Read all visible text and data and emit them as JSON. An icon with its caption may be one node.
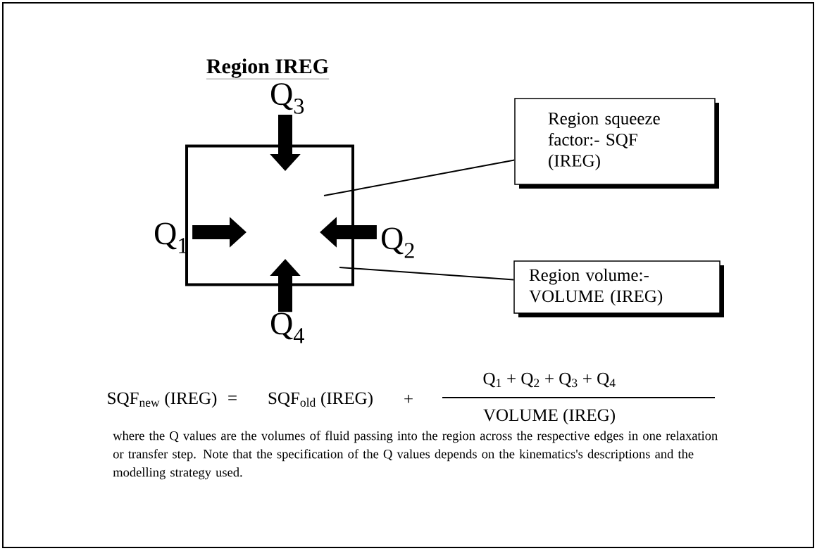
{
  "diagram": {
    "title": "Region  IREG",
    "nodes": [
      {
        "text": [],
        "shape": "box"
      },
      {
        "text": [
          "Region squeeze factor:- SQF (IREG)"
        ]
      },
      {
        "text": [
          "Region volume:- VOLUME (IREG)"
        ]
      },
      {
        "text": [
          "Q$_{1}$"
        ]
      },
      {
        "text": [
          "Q$_{2}$"
        ]
      },
      {
        "text": [
          "Q$_{3}$"
        ]
      },
      {
        "text": [
          "Q$_{4}$"
        ]
      }
    ],
    "edges": [
      {
        "from": 1,
        "to": 0,
        "arrow": "none"
      },
      {
        "from": 2,
        "to": 0,
        "arrow": "none"
      },
      {
        "from": 3,
        "to": 0,
        "arrow": "to"
      },
      {
        "from": 4,
        "to": 0,
        "arrow": "to"
      },
      {
        "from": 5,
        "to": 0,
        "arrow": "to"
      },
      {
        "from": 6,
        "to": 0,
        "arrow": "to"
      }
    ],
    "labels": [
      "SQF$_{new}$ (IREG)",
      "=",
      "SQF$_{old}$ (IREG)",
      "+",
      "Q$_{1}$ +  Q$_{2}$ +  Q$_{3}$ +  Q$_{4}$",
      "VOLUME (IREG)"
    ],
    "caption": "where the Q values are the volumes of fluid passing into the region across the respective edges in one relaxation or transfer step. Note that the specification of the Q values depends on the kinematics's descriptions and the modelling strategy used."
  }
}
